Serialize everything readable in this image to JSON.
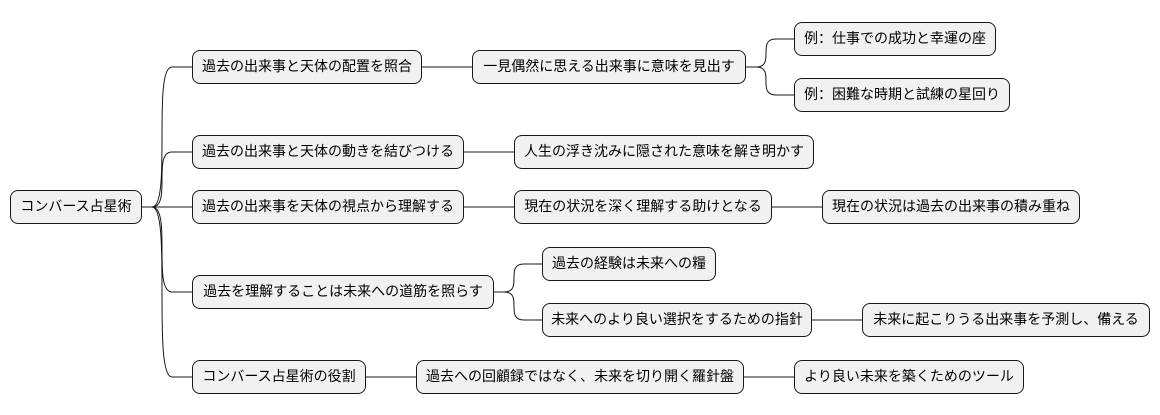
{
  "mindmap": {
    "root": {
      "label": "コンバース占星術",
      "branches": [
        {
          "label": "過去の出来事と天体の配置を照合",
          "children": [
            {
              "label": "一見偶然に思える出来事に意味を見出す",
              "children": [
                {
                  "label": "例：仕事での成功と幸運の座"
                },
                {
                  "label": "例：困難な時期と試練の星回り"
                }
              ]
            }
          ]
        },
        {
          "label": "過去の出来事と天体の動きを結びつける",
          "children": [
            {
              "label": "人生の浮き沈みに隠された意味を解き明かす"
            }
          ]
        },
        {
          "label": "過去の出来事を天体の視点から理解する",
          "children": [
            {
              "label": "現在の状況を深く理解する助けとなる",
              "children": [
                {
                  "label": "現在の状況は過去の出来事の積み重ね"
                }
              ]
            }
          ]
        },
        {
          "label": "過去を理解することは未来への道筋を照らす",
          "children": [
            {
              "label": "過去の経験は未来への糧"
            },
            {
              "label": "未来へのより良い選択をするための指針",
              "children": [
                {
                  "label": "未来に起こりうる出来事を予測し、備える"
                }
              ]
            }
          ]
        },
        {
          "label": "コンバース占星術の役割",
          "children": [
            {
              "label": "過去への回顧録ではなく、未来を切り開く羅針盤",
              "children": [
                {
                  "label": "より良い未来を築くためのツール"
                }
              ]
            }
          ]
        }
      ]
    }
  },
  "colors": {
    "background": "#ffffff",
    "node_fill": "#f1f1f1",
    "node_border": "#181818",
    "connector_line": "#181818"
  }
}
